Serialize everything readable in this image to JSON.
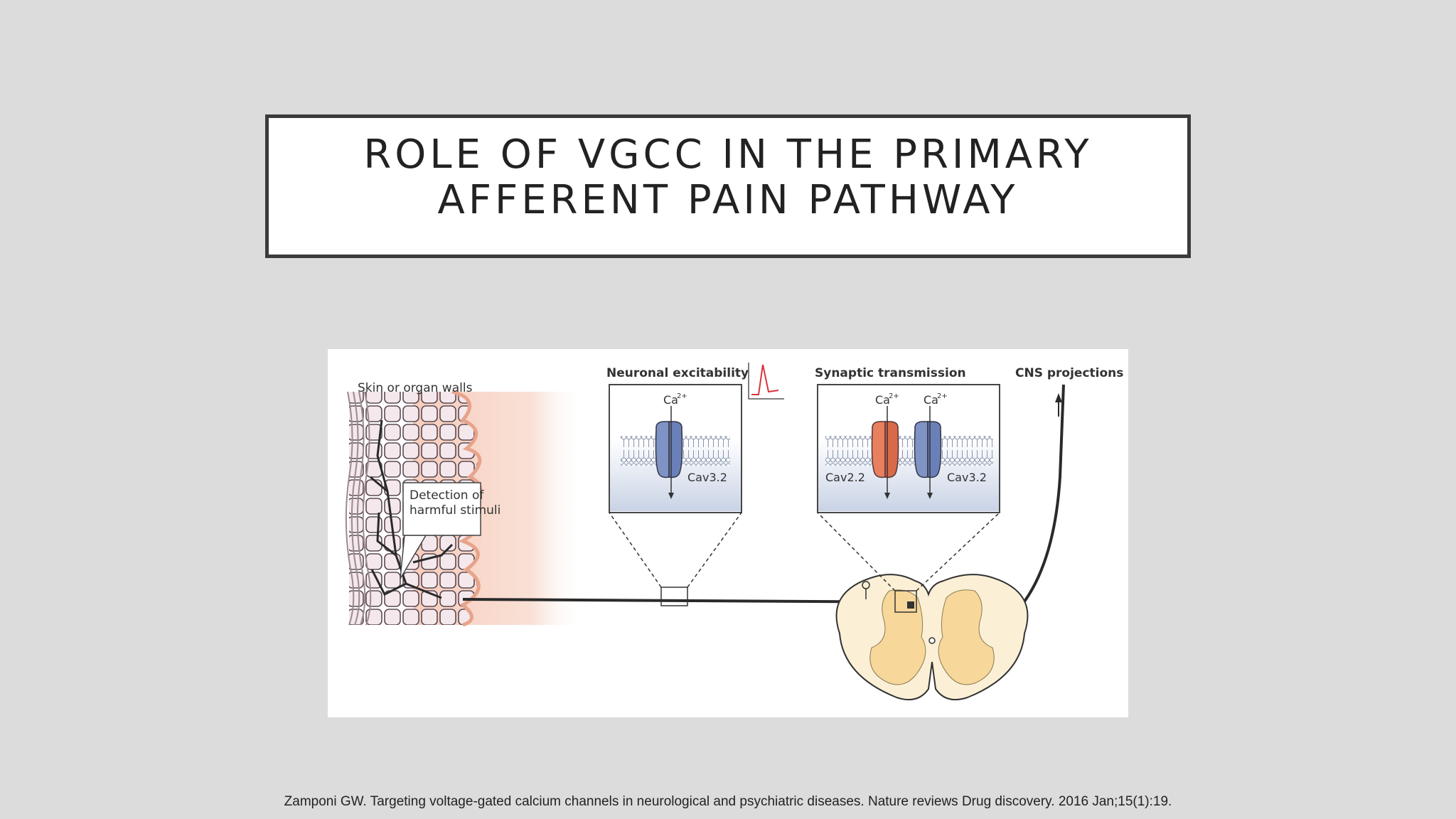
{
  "title": {
    "line1": "ROLE OF VGCC IN THE PRIMARY",
    "line2": "AFFERENT PAIN PATHWAY"
  },
  "figure": {
    "skin_label": "Skin or organ walls",
    "detection_label_line1": "Detection of",
    "detection_label_line2": "harmful stimuli",
    "neuronal_excitability": "Neuronal excitability",
    "synaptic_transmission": "Synaptic transmission",
    "cns_projections": "CNS projections",
    "ca_label": "Ca",
    "ca_charge": "2+",
    "cav32": "Cav3.2",
    "cav22": "Cav2.2",
    "colors": {
      "cav3_channel": "#7f93c4",
      "cav2_channel": "#e88060",
      "skin_pink": "#f6cdbd",
      "spinal_gray_matter": "#f7d79a",
      "spinal_white_matter": "#fbf0d6"
    }
  },
  "citation": "Zamponi GW. Targeting voltage-gated calcium channels in neurological and psychiatric diseases. Nature reviews Drug discovery. 2016 Jan;15(1):19."
}
